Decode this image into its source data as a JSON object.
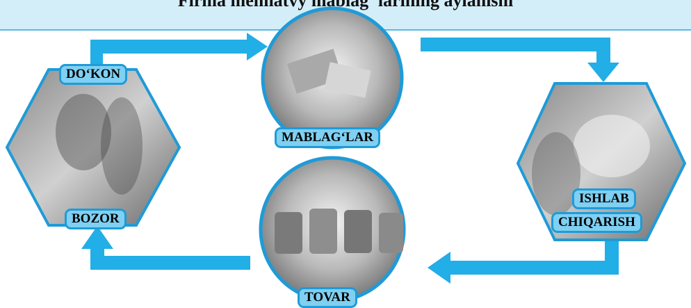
{
  "title": "Firma mehnatvy mablag' larining aylanishi",
  "nodes": {
    "dokon": "DO‘KON",
    "bozor": "BOZOR",
    "mablaglar": "MABLAG‘LAR",
    "ishlab": "ISHLAB",
    "chiqarish": "CHIQARISH",
    "tovar": "TOVAR"
  },
  "colors": {
    "accent": "#1f9bd7",
    "arrow": "#22aee6",
    "label_fill": "#7fd0f2",
    "band": "#d4eef9"
  }
}
